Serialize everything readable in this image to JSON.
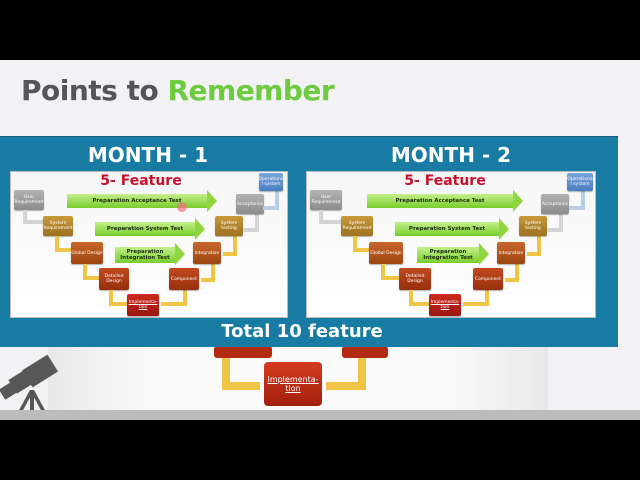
{
  "slide": {
    "title_part1": "Points to",
    "title_part2": "Remember",
    "title_colors": {
      "part1": "#555459",
      "part2": "#6dcb3f"
    },
    "panel_color": "#177ba3",
    "months": [
      {
        "label": "MONTH - 1",
        "feature_label": "5- Feature",
        "diagram": {
          "left_boxes": [
            "User Requirement",
            "System Requirement",
            "Global Design",
            "Detailed Design"
          ],
          "bottom_box": "Implementa-tion",
          "right_boxes": [
            "Component",
            "Integration",
            "System testing",
            "Acceptance"
          ],
          "top_right_box": "Operationa l system",
          "arrows": [
            "Preparation Acceptance Test",
            "Preparation System Test",
            "Preparation Integration Test"
          ]
        }
      },
      {
        "label": "MONTH - 2",
        "feature_label": "5- Feature",
        "diagram": {
          "left_boxes": [
            "User Requirement",
            "System Requirement",
            "Global Design",
            "Detailed Design"
          ],
          "bottom_box": "Implementa-tion",
          "right_boxes": [
            "Component",
            "Integration",
            "System testing",
            "Acceptance"
          ],
          "top_right_box": "Operationa l system",
          "arrows": [
            "Preparation Acceptance Test",
            "Preparation System Test",
            "Preparation Integration Test"
          ]
        }
      }
    ],
    "total_label": "Total 10 feature",
    "background_diagram": {
      "implementation_label": "Implementa-tion"
    },
    "icons": [
      "telescope-icon"
    ]
  }
}
